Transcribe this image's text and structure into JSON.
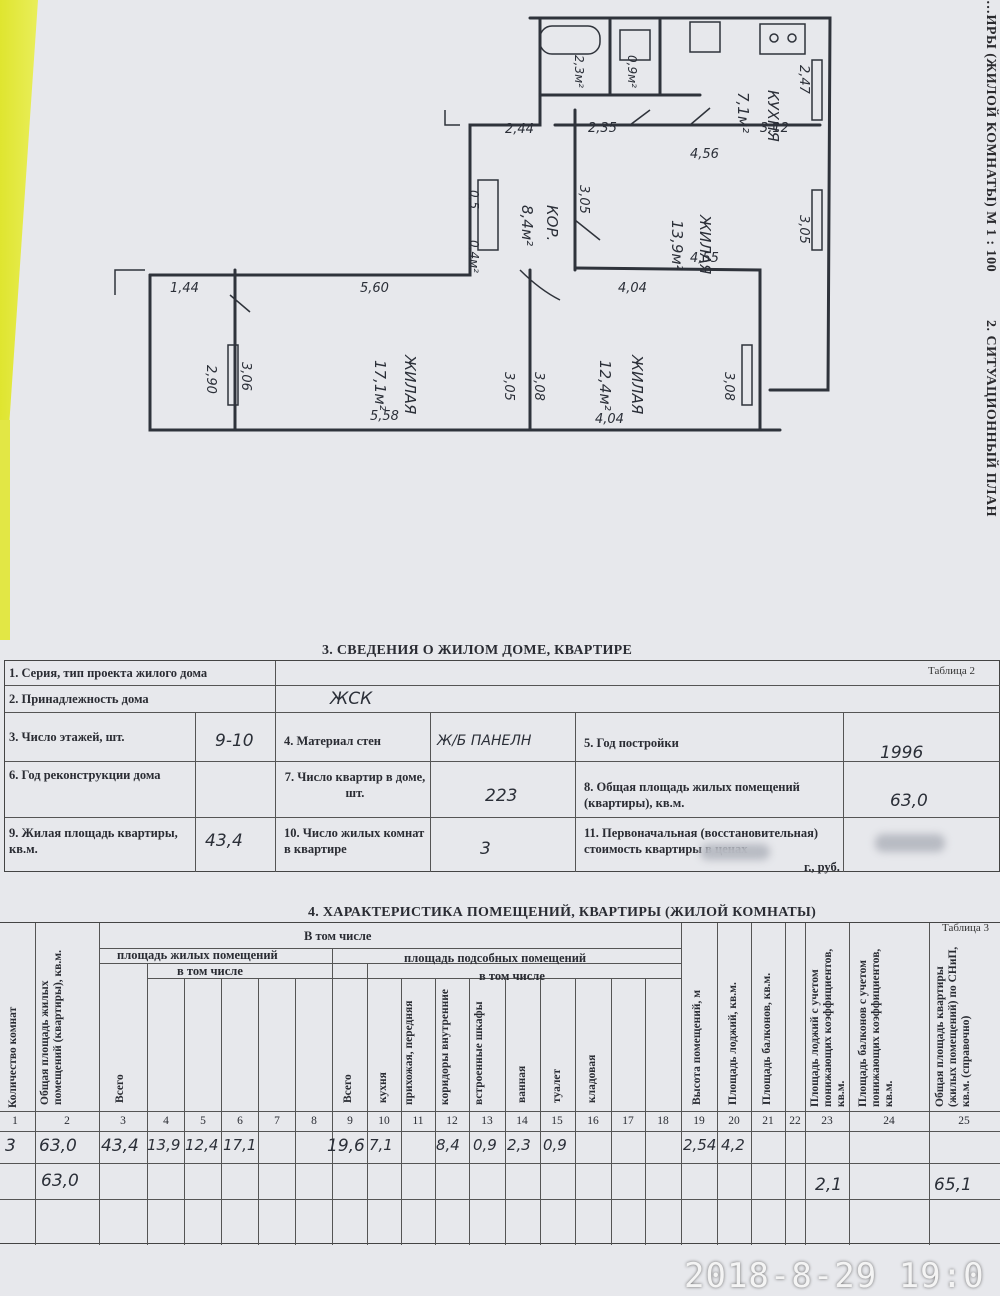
{
  "side_title": "…ИРЫ (ЖИЛОЙ КОМНАТЫ) М 1 : 100",
  "side_title_2": "2. СИТУАЦИОННЫЙ ПЛАН",
  "plan": {
    "rooms": [
      {
        "name": "КУХНЯ",
        "area": "7,1м²"
      },
      {
        "name": "ЖИЛАЯ",
        "area": "13,9м²"
      },
      {
        "name": "КОР.",
        "area": "8,4м²"
      },
      {
        "name": "ЖИЛАЯ",
        "area": "17,1м²"
      },
      {
        "name": "ЖИЛАЯ",
        "area": "12,4м²"
      },
      {
        "name": "",
        "area": "2,3м²"
      },
      {
        "name": "",
        "area": "0,9м²"
      },
      {
        "name": "",
        "area": "0,5"
      },
      {
        "name": "",
        "area": "0,4м²"
      }
    ],
    "dims": [
      "2,47",
      "2,35",
      "3,12",
      "2,44",
      "4,56",
      "3,05",
      "3,05",
      "4,55",
      "1,44",
      "5,60",
      "4,04",
      "3,06",
      "2,90",
      "3,05",
      "3,08",
      "3,08",
      "5,58",
      "4,04"
    ]
  },
  "section3": {
    "title": "3. СВЕДЕНИЯ О ЖИЛОМ ДОМЕ, КВАРТИРЕ",
    "table_label": "Таблица 2",
    "r1": "1. Серия, тип проекта жилого дома",
    "r2": "2. Принадлежность  дома",
    "r2_val": "ЖСК",
    "f3": "3. Число этажей, шт.",
    "v3": "9-10",
    "f4": "4. Материал стен",
    "v4": "Ж/Б ПАНЕЛН",
    "f5": "5. Год постройки",
    "v5": "1996",
    "f6": "6. Год реконструкции дома",
    "f7": "7. Число квартир в доме, шт.",
    "v7": "223",
    "f8": "8. Общая площадь жилых помещений (квартиры),  кв.м.",
    "v8": "63,0",
    "f9": "9. Жилая площадь квартиры, кв.м.",
    "v9": "43,4",
    "f10": "10. Число жилых комнат в квартире",
    "v10": "3",
    "f11": "11. Первоначальная (восстановительная) стоимость квартиры в ценах",
    "f11b": "г., руб."
  },
  "section4": {
    "title": "4. ХАРАКТЕРИСТИКА ПОМЕЩЕНИЙ, КВАРТИРЫ (ЖИЛОЙ КОМНАТЫ)",
    "table_label": "Таблица 3",
    "h_incl": "В том числе",
    "h_living": "площадь жилых помещений",
    "h_aux": "площадь подсобных помещений",
    "h_sub": "в том числе",
    "headers": {
      "c1": "Количество комнат",
      "c2": "Общая площадь жилых помещений (квартиры), кв.м.",
      "c3": "Всего",
      "c9": "Всего",
      "c10": "кухня",
      "c11": "прихожая, передняя",
      "c12": "коридоры внутренние",
      "c13": "встроенные шкафы",
      "c14": "ванная",
      "c15": "туалет",
      "c16": "кладовая",
      "c19": "Высота помещений, м",
      "c20": "Площадь лоджий, кв.м.",
      "c21": "Площадь балконов, кв.м.",
      "c23": "Площадь лоджий с учетом понижающих коэффициентов, кв.м.",
      "c24": "Площадь балконов с учетом понижающих коэффициентов, кв.м.",
      "c25": "Общая площадь квартиры (жилых помещений) по СНиП, кв.м. (справочно)"
    },
    "col_numbers": [
      "1",
      "2",
      "3",
      "4",
      "5",
      "6",
      "7",
      "8",
      "9",
      "10",
      "11",
      "12",
      "13",
      "14",
      "15",
      "16",
      "17",
      "18",
      "19",
      "20",
      "21",
      "22",
      "23",
      "24",
      "25"
    ],
    "row1": {
      "c1": "3",
      "c2": "63,0",
      "c3": "43,4",
      "c4": "13,9",
      "c5": "12,4",
      "c6": "17,1",
      "c9": "19,6",
      "c10": "7,1",
      "c12": "8,4",
      "c13": "0,9",
      "c14": "2,3",
      "c15": "0,9",
      "c19": "2,54",
      "c20": "4,2"
    },
    "row2": {
      "c2": "63,0",
      "c23": "2,1",
      "c25": "65,1"
    }
  },
  "timestamp": "2018-8-29 19:0"
}
